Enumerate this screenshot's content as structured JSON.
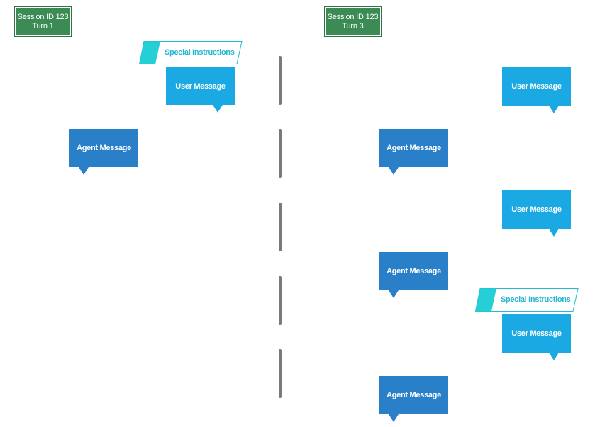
{
  "sessions": [
    {
      "line1": "Session ID 123",
      "line2": "Turn 1"
    },
    {
      "line1": "Session ID 123",
      "line2": "Turn 3"
    }
  ],
  "labels": {
    "special_instructions": "Special Instructions",
    "user_message": "User Message",
    "agent_message": "Agent Message"
  },
  "colors": {
    "session": "#3c8a54",
    "user_message": "#1ba9e4",
    "agent_message": "#2a80c8",
    "special_instructions": "#25b8d3",
    "divider": "#7a7a7a"
  }
}
